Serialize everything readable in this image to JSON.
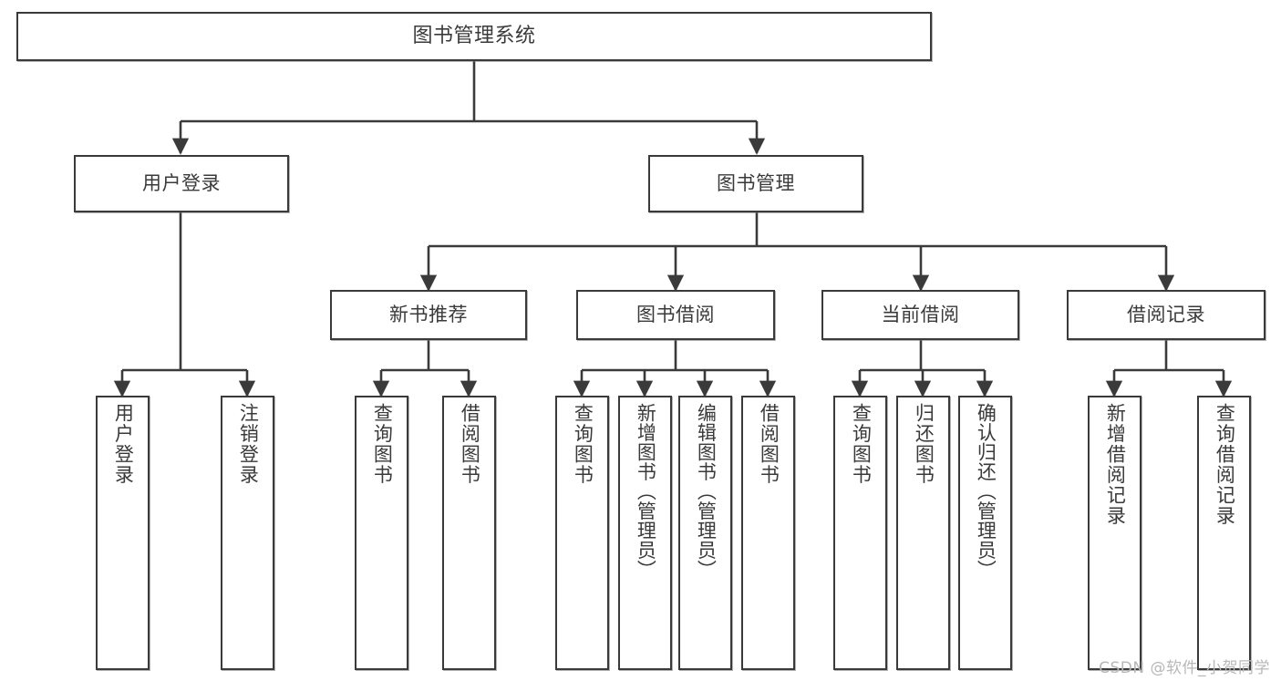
{
  "diagram": {
    "title": "图书管理系统",
    "type": "tree-hierarchy-chart",
    "watermark": "CSDN @软件_小贺同学",
    "colors": {
      "stroke": "#3a3a3a",
      "fill": "#ffffff",
      "text": "#3a3a3a",
      "watermark": "#b8b8b8"
    },
    "levels": {
      "root": {
        "label": "图书管理系统"
      },
      "level1": [
        {
          "id": "user-login",
          "label": "用户登录"
        },
        {
          "id": "book-manage",
          "label": "图书管理"
        }
      ],
      "level2": [
        {
          "id": "new-book-recommend",
          "label": "新书推荐"
        },
        {
          "id": "book-borrow",
          "label": "图书借阅"
        },
        {
          "id": "current-borrow",
          "label": "当前借阅"
        },
        {
          "id": "borrow-record",
          "label": "借阅记录"
        }
      ],
      "leaves": {
        "user_login": [
          {
            "id": "leaf-user-login",
            "label": "用户登录"
          },
          {
            "id": "leaf-logout-login",
            "label": "注销登录"
          }
        ],
        "new_book_recommend": [
          {
            "id": "leaf-query-book-1",
            "label": "查询图书"
          },
          {
            "id": "leaf-borrow-book-1",
            "label": "借阅图书"
          }
        ],
        "book_borrow": [
          {
            "id": "leaf-query-book-2",
            "label": "查询图书"
          },
          {
            "id": "leaf-add-book",
            "label": "新增图书（管理员）"
          },
          {
            "id": "leaf-edit-book",
            "label": "编辑图书（管理员）"
          },
          {
            "id": "leaf-borrow-book-2",
            "label": "借阅图书"
          }
        ],
        "current_borrow": [
          {
            "id": "leaf-query-book-3",
            "label": "查询图书"
          },
          {
            "id": "leaf-return-book",
            "label": "归还图书"
          },
          {
            "id": "leaf-confirm-return",
            "label": "确认归还（管理员）"
          }
        ],
        "borrow_record": [
          {
            "id": "leaf-add-record",
            "label": "新增借阅记录"
          },
          {
            "id": "leaf-query-record",
            "label": "查询借阅记录"
          }
        ]
      }
    }
  }
}
